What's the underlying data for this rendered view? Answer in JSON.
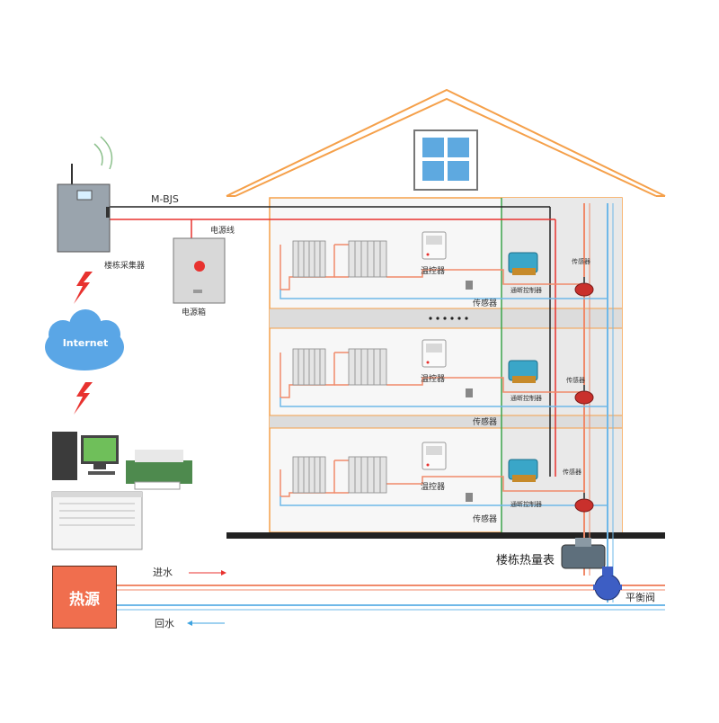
{
  "labels": {
    "bus_line": "M-BJS",
    "power_line": "电源线",
    "collector": "楼栋采集器",
    "power_box": "电源箱",
    "internet": "Internet",
    "heat_source": "热源",
    "supply_water": "进水",
    "return_water": "回水",
    "building_heat_meter": "楼栋热量表",
    "balance_valve": "平衡阀",
    "floors": [
      {
        "thermostat": "温控器",
        "controller": "通断控制器",
        "sensor": "传感器",
        "sensor2": "传感器"
      },
      {
        "thermostat": "温控器",
        "controller": "通断控制器",
        "sensor": "传感器",
        "sensor2": "传感器"
      },
      {
        "thermostat": "温控器",
        "controller": "通断控制器",
        "sensor": "传感器",
        "sensor2": "传感器"
      }
    ]
  },
  "colors": {
    "roof": "#f5a04a",
    "bus_line": "#222222",
    "power_line": "#e8322f",
    "supply_pipe": "#f08a6a",
    "return_pipe": "#6fb8e8",
    "green_line": "#3aa34a",
    "heat_source": "#f06e4e"
  }
}
